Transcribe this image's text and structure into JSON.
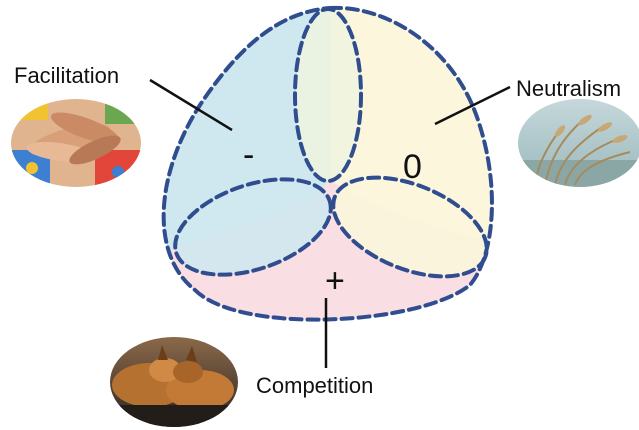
{
  "labels": {
    "facilitation": "Facilitation",
    "neutralism": "Neutralism",
    "competition": "Competition"
  },
  "signs": {
    "facilitation": "-",
    "neutralism": "0",
    "competition": "+"
  },
  "images": {
    "facilitation": "hands-stacked-photo",
    "neutralism": "grass-by-water-photo",
    "competition": "fighting-animals-photo"
  },
  "colors": {
    "facilitation_region": "#cfe8f0",
    "neutralism_region": "#fbf6dc",
    "competition_region": "#f9dfe3",
    "outline": "#2f4d8f",
    "text": "#111111"
  }
}
